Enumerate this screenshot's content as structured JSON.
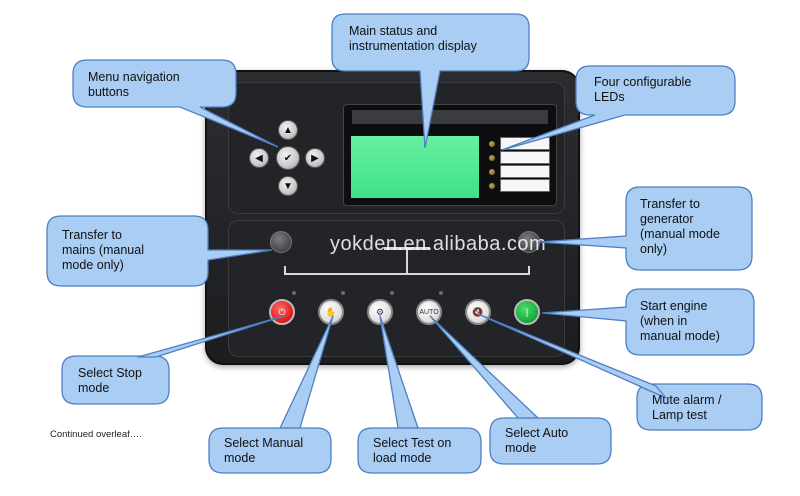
{
  "callouts": {
    "display": "Main status and\ninstrumentation display",
    "menu_nav": "Menu navigation\nbuttons",
    "leds": "Four configurable\nLEDs",
    "to_mains": "Transfer to\nmains (manual\nmode only)",
    "to_generator": "Transfer to\ngenerator\n(manual mode\nonly)",
    "start_engine": "Start engine\n(when in\nmanual mode)",
    "stop_mode": "Select Stop\nmode",
    "manual_mode": "Select Manual\nmode",
    "test_mode": "Select Test on\nload mode",
    "auto_mode": "Select Auto\nmode",
    "mute_alarm": "Mute alarm /\nLamp test"
  },
  "footer": "Continued overleaf….",
  "watermark": "yokden.en.alibaba.com",
  "button_labels": {
    "auto": "AUTO"
  },
  "colors": {
    "callout_fill": "#a9cdf3",
    "callout_stroke": "#4f7fc2",
    "display_green": "#52e894",
    "stop_red": "#e01818",
    "start_green": "#12a83a"
  }
}
